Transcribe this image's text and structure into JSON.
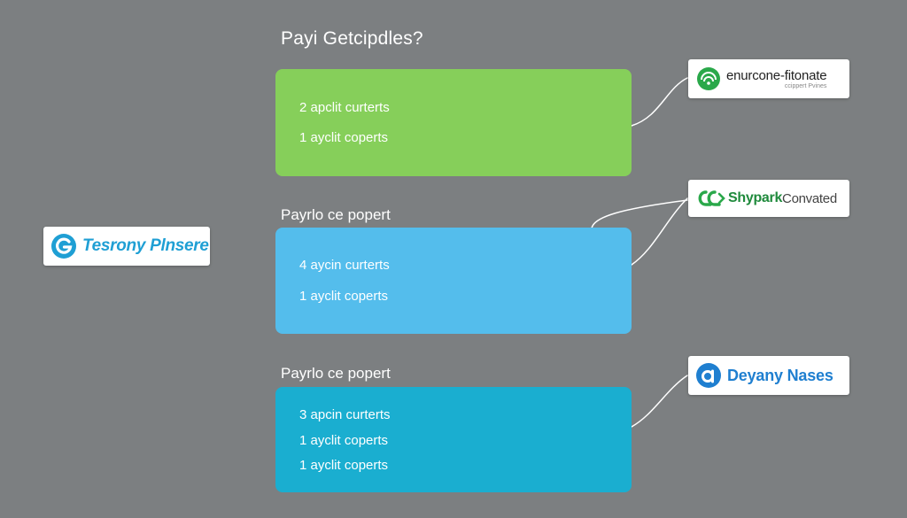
{
  "title": "Payi Getcipdles?",
  "colors": {
    "background": "#7c7f81",
    "green": "#86cf5a",
    "sky": "#54bdec",
    "teal": "#1aaed0",
    "connector": "#ffffff"
  },
  "left_logo": {
    "name": "Tesrony Plnsere",
    "icon": "g-circle-icon",
    "color": "#1f9fd4"
  },
  "sections": [
    {
      "label": "",
      "color": "#86cf5a",
      "lines": [
        "2 apclit curterts",
        "1 ayclit coperts"
      ]
    },
    {
      "label": "Payrlo ce popert",
      "color": "#54bdec",
      "lines": [
        "4 aycin curterts",
        "1 ayclit coperts"
      ]
    },
    {
      "label": "Payrlo ce popert",
      "color": "#1aaed0",
      "lines": [
        "3 apcin curterts",
        "1 ayclit coperts",
        "1 ayclit coperts"
      ]
    }
  ],
  "partner_logos": [
    {
      "name": "enurcone-fitonate",
      "tagline": "ccippert Pvines",
      "icon": "signal-circle-icon",
      "color": "#2aa84a"
    },
    {
      "name": "Shypark",
      "suffix": "Convated",
      "icon": "ribbon-icon",
      "color": "#2aa84a"
    },
    {
      "name": "Deyany Nases",
      "icon": "a-circle-icon",
      "color": "#1f7fd0"
    }
  ]
}
